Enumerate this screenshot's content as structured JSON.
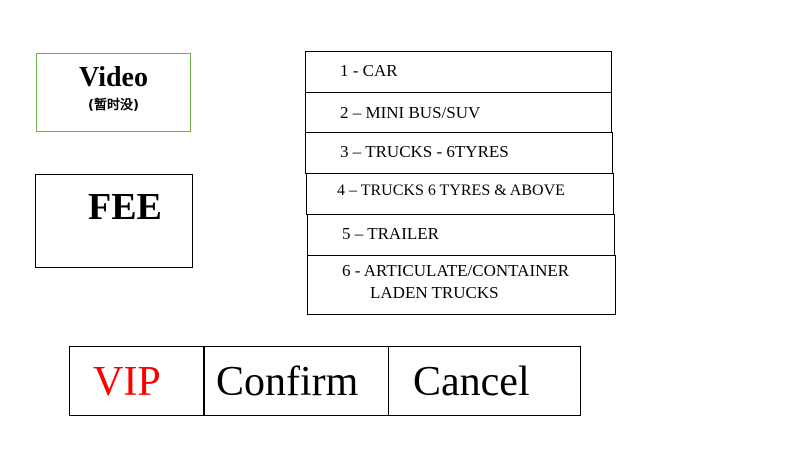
{
  "video": {
    "title": "Video",
    "note": "(暂时没)"
  },
  "fee": {
    "label": "FEE"
  },
  "categories": [
    {
      "label": "1 - CAR"
    },
    {
      "label": "2 – MINI BUS/SUV"
    },
    {
      "label": "3 – TRUCKS - 6TYRES"
    },
    {
      "label": "4 – TRUCKS 6 TYRES & ABOVE"
    },
    {
      "label": "5 – TRAILER"
    },
    {
      "line1": "6 - ARTICULATE/CONTAINER",
      "line2": "LADEN TRUCKS"
    }
  ],
  "buttons": {
    "vip": "VIP",
    "confirm": "Confirm",
    "cancel": "Cancel"
  },
  "colors": {
    "vip_text": "#ff0000",
    "video_border": "#6fae4a"
  }
}
